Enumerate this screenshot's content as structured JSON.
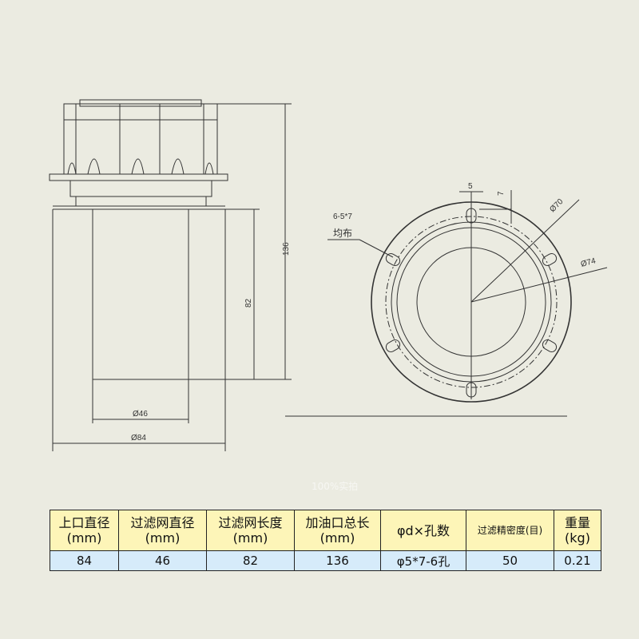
{
  "drawing": {
    "dim_overall_length": "136",
    "dim_filter_length": "82",
    "dim_filter_diameter": "Ø46",
    "dim_top_diameter": "Ø84",
    "dim_hole_width": "5",
    "dim_hole_length": "7",
    "dim_pcd": "Ø70",
    "dim_outer": "Ø74",
    "hole_note_line1": "6-5*7",
    "hole_note_line2": "均布"
  },
  "watermark": "100%实拍",
  "table": {
    "headers": [
      {
        "title": "上口直径",
        "unit": "(mm)"
      },
      {
        "title": "过滤网直径",
        "unit": "(mm)"
      },
      {
        "title": "过滤网长度",
        "unit": "(mm)"
      },
      {
        "title": "加油口总长",
        "unit": "(mm)"
      },
      {
        "title": "φd×孔数",
        "unit": ""
      },
      {
        "title": "过滤精密度(目)",
        "unit": ""
      },
      {
        "title": "重量",
        "unit": "(kg)"
      }
    ],
    "values": [
      "84",
      "46",
      "82",
      "136",
      "φ5*7-6孔",
      "50",
      "0.21"
    ]
  }
}
